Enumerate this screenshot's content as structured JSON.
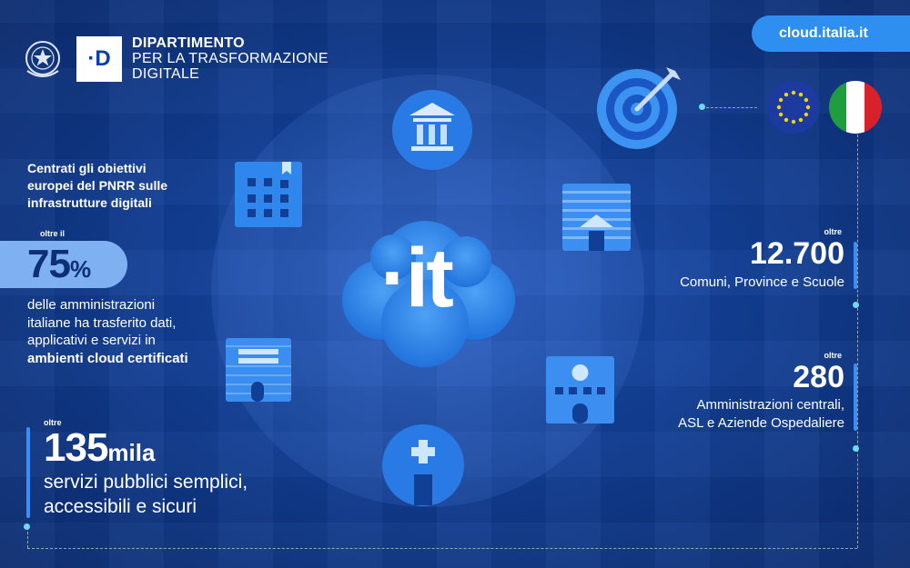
{
  "header": {
    "logo_letter": "·D",
    "department_line1": "DIPARTIMENTO",
    "department_line2": "PER LA TRASFORMAZIONE",
    "department_line3": "DIGITALE",
    "url": "cloud.italia.it"
  },
  "center": {
    "label": "·it"
  },
  "left": {
    "goal_line1": "Centrati gli obiettivi",
    "goal_line2": "europei del PNRR sulle",
    "goal_line3": "infrastrutture digitali",
    "stat1_prefix": "oltre il",
    "stat1_value": "75",
    "stat1_unit": "%",
    "stat1_desc_line1": "delle amministrazioni",
    "stat1_desc_line2": "italiane ha trasferito dati,",
    "stat1_desc_line3": "applicativi e servizi in",
    "stat1_desc_bold": "ambienti cloud certificati",
    "stat2_prefix": "oltre",
    "stat2_value": "135",
    "stat2_suffix": "mila",
    "stat2_desc_line1": "servizi pubblici semplici,",
    "stat2_desc_line2": "accessibili e sicuri"
  },
  "right": {
    "stat3_prefix": "oltre",
    "stat3_value": "12.700",
    "stat3_desc": "Comuni, Province e Scuole",
    "stat4_prefix": "oltre",
    "stat4_value": "280",
    "stat4_desc_line1": "Amministrazioni centrali,",
    "stat4_desc_line2": "ASL e Aziende Ospedaliere"
  },
  "icons": {
    "emblem": "italian-republic-emblem-icon",
    "target": "target-icon",
    "eu_flag": "eu-flag-icon",
    "it_flag": "italy-flag-icon",
    "cloud": "cloud-icon",
    "government": "government-building-icon",
    "office": "office-building-icon",
    "school": "school-building-icon",
    "document": "document-building-icon",
    "institution": "institution-building-icon",
    "hospital": "hospital-icon"
  },
  "colors": {
    "background": "#0b2a6b",
    "accent": "#2f8ff0",
    "light_blue": "#7fb1f2",
    "cyan": "#6fd9f2",
    "eu_blue": "#1c3aa0",
    "eu_star": "#f5d400",
    "it_green": "#1e9e3e",
    "it_red": "#d8222b"
  }
}
